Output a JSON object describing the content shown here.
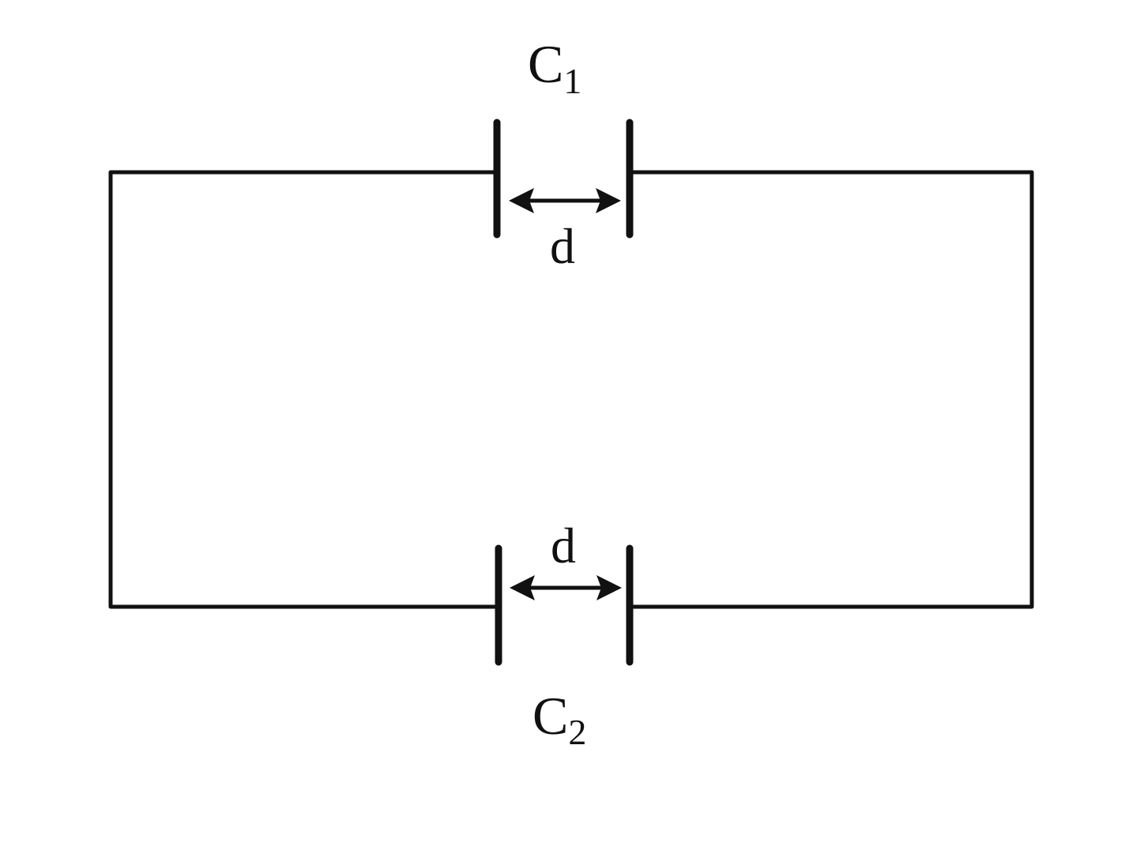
{
  "capacitors": [
    {
      "id": "c1",
      "name": "C",
      "subscript": "1",
      "gap_label": "d"
    },
    {
      "id": "c2",
      "name": "C",
      "subscript": "2",
      "gap_label": "d"
    }
  ],
  "colors": {
    "stroke": "#111111",
    "background": "#ffffff"
  }
}
